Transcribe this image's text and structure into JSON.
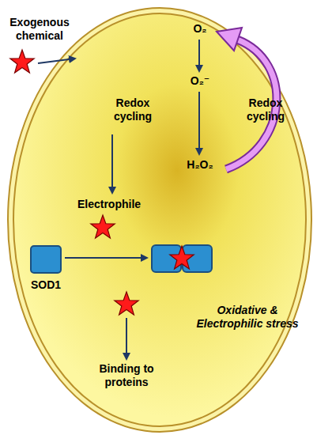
{
  "diagram": {
    "nodes": [
      {
        "text": [
          "SOD1"
        ]
      }
    ],
    "edges": [],
    "labels": [
      "Exogenous chemical",
      "O₂",
      "O₂⁻",
      "Redox cycling",
      "Redox cycling",
      "H₂O₂",
      "Electrophile",
      "Binding to proteins",
      "Oxidative & Electrophilic stress"
    ]
  }
}
